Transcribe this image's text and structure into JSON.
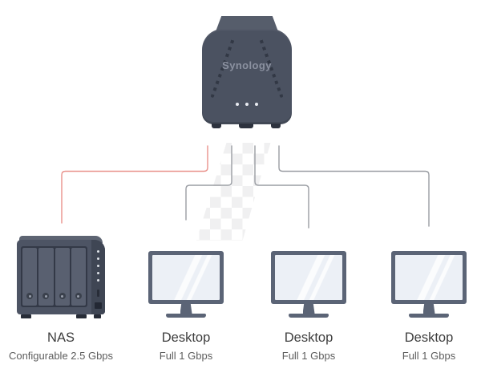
{
  "router": {
    "brand": "Synology",
    "led_count": 3,
    "body_color": "#4b5261"
  },
  "devices": [
    {
      "name": "NAS",
      "caption": "Configurable 2.5 Gbps"
    },
    {
      "name": "Desktop",
      "caption": "Full 1 Gbps"
    },
    {
      "name": "Desktop",
      "caption": "Full 1 Gbps"
    },
    {
      "name": "Desktop",
      "caption": "Full 1 Gbps"
    }
  ],
  "connections": [
    {
      "from": "router",
      "to": "nas",
      "color": "#e9928c"
    },
    {
      "from": "router",
      "to": "desktop-1",
      "color": "#9a9da3"
    },
    {
      "from": "router",
      "to": "desktop-2",
      "color": "#9a9da3"
    },
    {
      "from": "router",
      "to": "desktop-3",
      "color": "#9a9da3"
    }
  ],
  "palette": {
    "accent_red": "#e9928c",
    "line_gray": "#9a9da3",
    "device_slate": "#4b5261",
    "monitor_frame": "#5b6476",
    "screen": "#ecf0f6",
    "label_title": "#3e3e3e",
    "label_caption": "#5d5d5d",
    "background": "#ffffff"
  }
}
